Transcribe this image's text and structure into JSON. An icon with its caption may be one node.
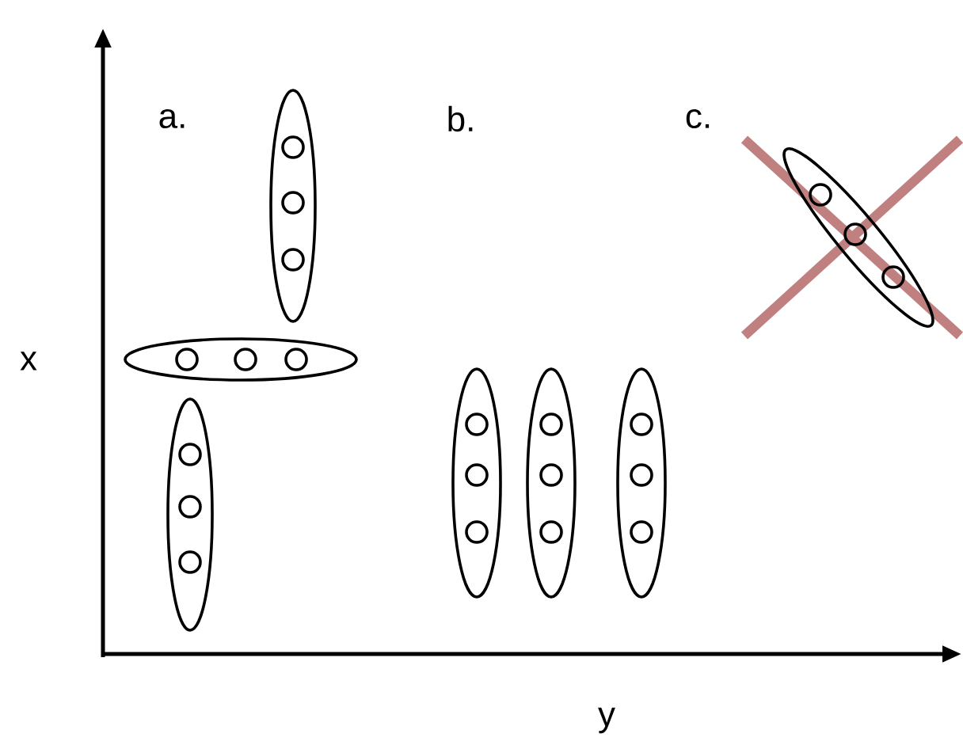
{
  "diagram": {
    "labels": [
      "a.",
      "b.",
      "c.",
      "x",
      "y"
    ]
  }
}
